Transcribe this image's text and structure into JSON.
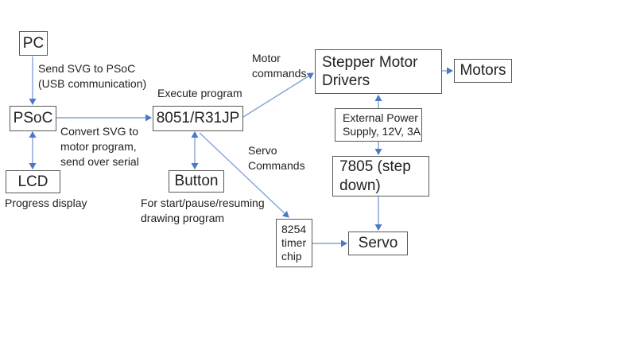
{
  "diagram": {
    "boxes": {
      "pc": {
        "label": "PC"
      },
      "psoc": {
        "label": "PSoC"
      },
      "lcd": {
        "label": "LCD"
      },
      "mcu": {
        "label": "8051/R31JP"
      },
      "button": {
        "label": "Button"
      },
      "stepper": {
        "label": "Stepper Motor\nDrivers"
      },
      "motors": {
        "label": "Motors"
      },
      "ext_power": {
        "label": "External Power\nSupply, 12V, 3A"
      },
      "reg7805": {
        "label": "7805 (step\ndown)"
      },
      "timer8254": {
        "label": "8254\ntimer\nchip"
      },
      "servo": {
        "label": "Servo"
      }
    },
    "notes": {
      "usb": "Send SVG to PSoC\n(USB communication)",
      "execute": "Execute program",
      "motor_commands": "Motor\ncommands",
      "convert": "Convert SVG to\nmotor program,\nsend over serial",
      "servo_commands": "Servo\nCommands",
      "progress": "Progress display",
      "button_purpose": "For start/pause/resuming\ndrawing program"
    },
    "colors": {
      "arrow": "#84a3d6",
      "arrowhead": "#4a79c8",
      "box_border": "#595959",
      "text": "#222222"
    }
  }
}
